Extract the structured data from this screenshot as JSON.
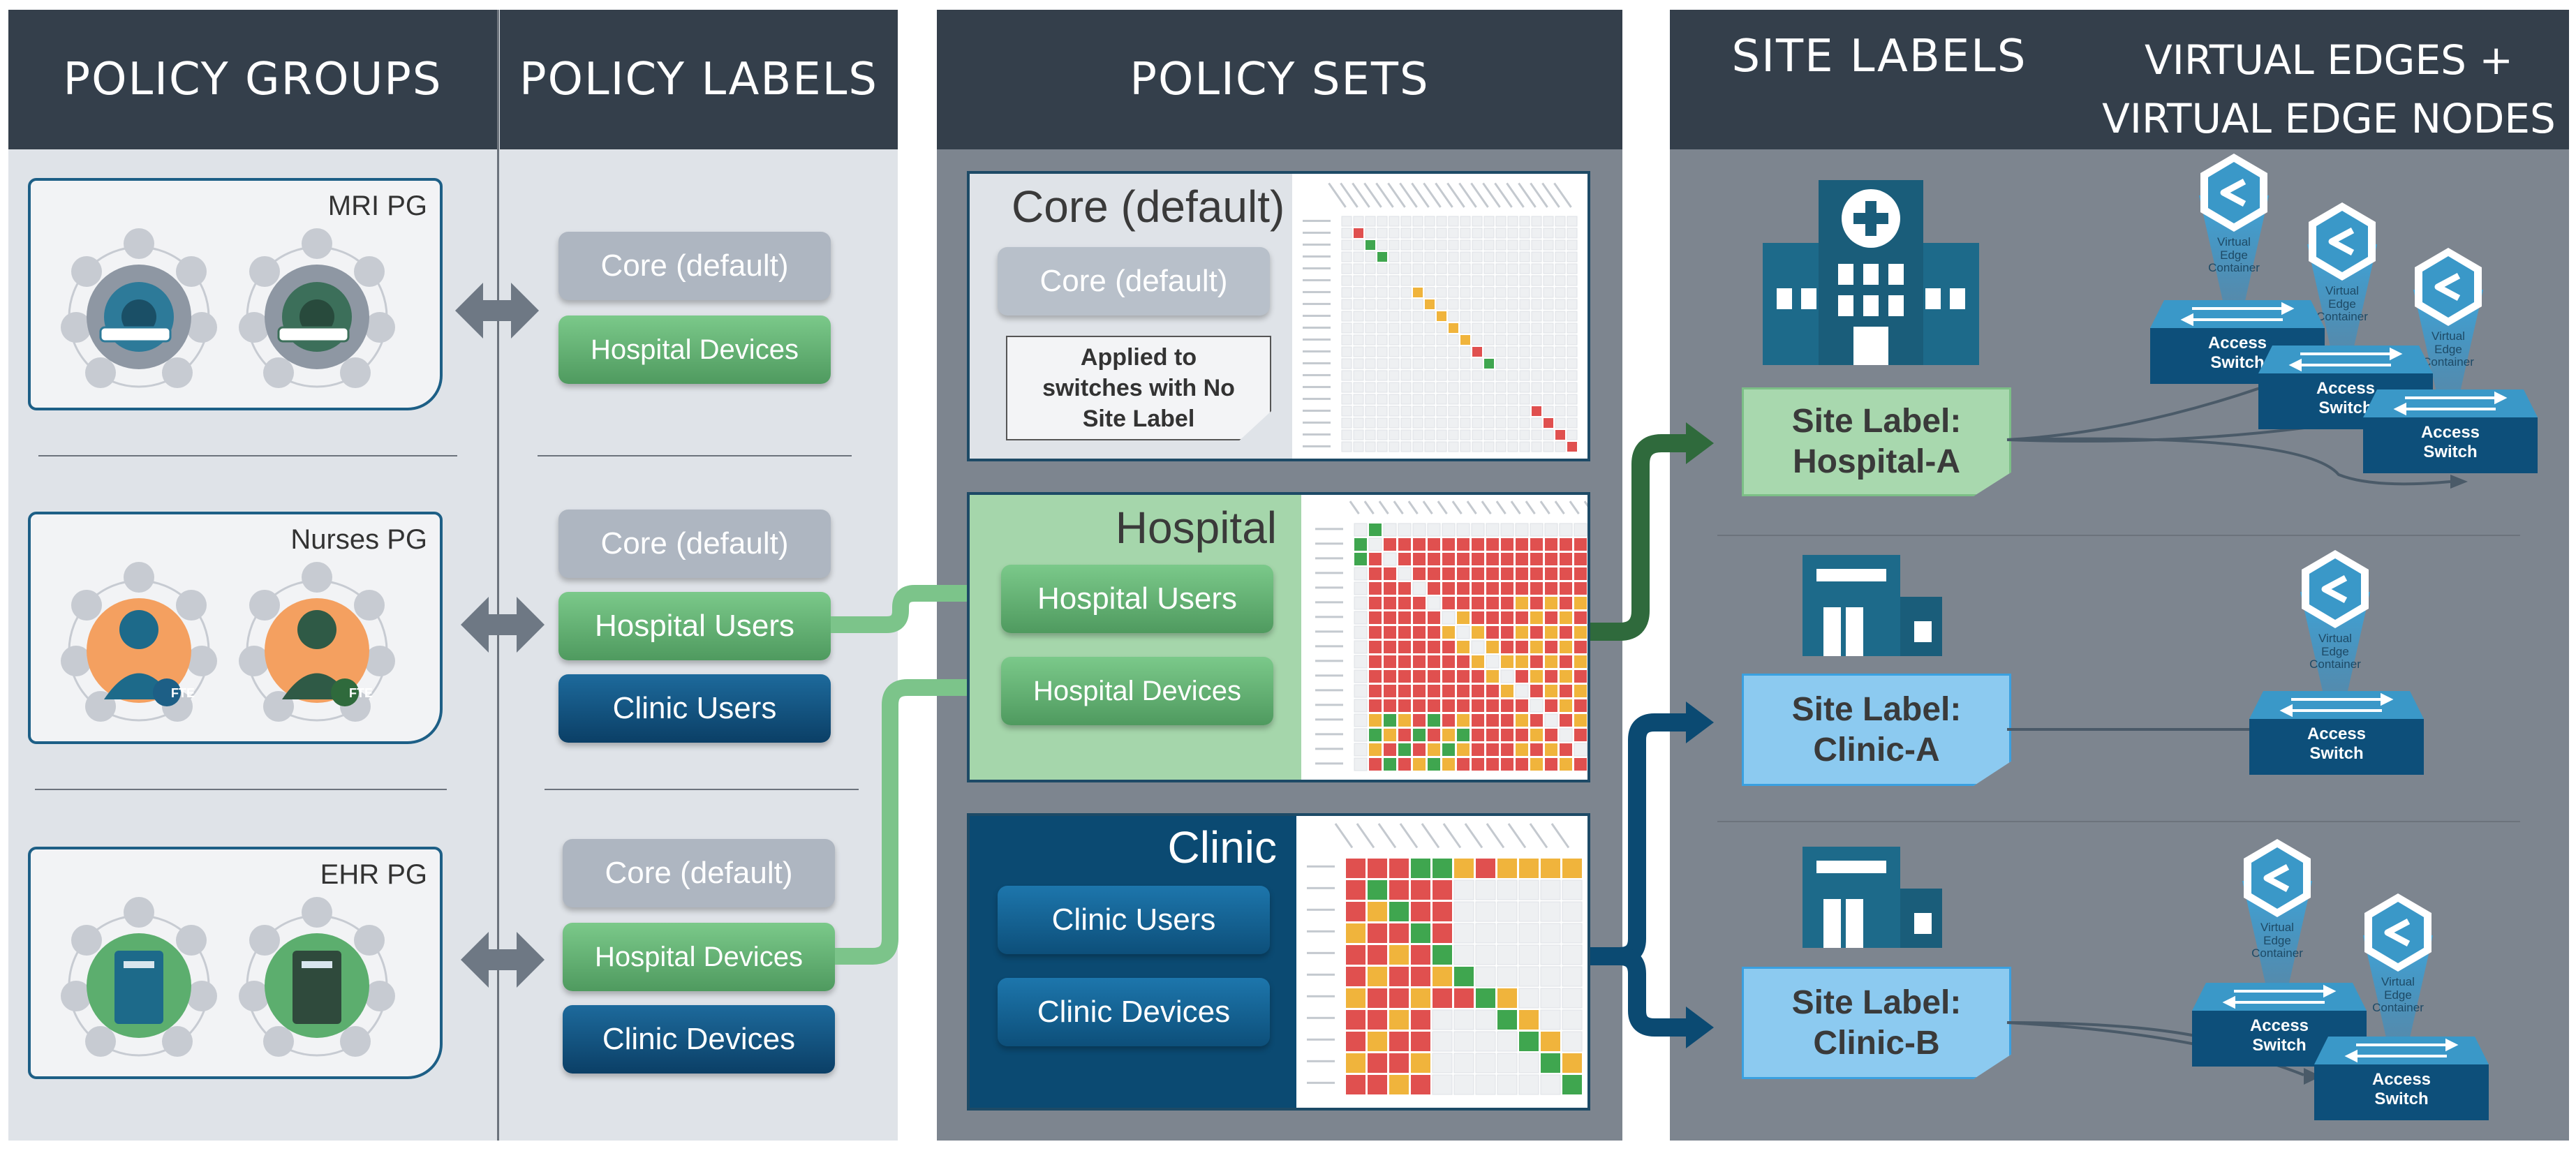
{
  "headers": {
    "policy_groups": "POLICY GROUPS",
    "policy_labels": "POLICY LABELS",
    "policy_sets": "POLICY SETS",
    "site_labels": "SITE LABELS",
    "virtual_edges_line1": "VIRTUAL EDGES +",
    "virtual_edges_line2": "VIRTUAL EDGE NODES"
  },
  "policy_groups": [
    {
      "name": "MRI PG",
      "icon": "mri-scanner-icon"
    },
    {
      "name": "Nurses PG",
      "icon": "nurse-icon",
      "badge": "FTE"
    },
    {
      "name": "EHR PG",
      "icon": "server-icon"
    }
  ],
  "policy_labels": {
    "row1": [
      "Core (default)",
      "Hospital Devices"
    ],
    "row2": [
      "Core (default)",
      "Hospital Users",
      "Clinic Users"
    ],
    "row3": [
      "Core (default)",
      "Hospital Devices",
      "Clinic Devices"
    ]
  },
  "policy_sets": {
    "core": {
      "title": "Core (default)",
      "label": "Core (default)",
      "note": "Applied to switches with No Site Label"
    },
    "hospital": {
      "title": "Hospital",
      "labels": [
        "Hospital Users",
        "Hospital Devices"
      ]
    },
    "clinic": {
      "title": "Clinic",
      "labels": [
        "Clinic Users",
        "Clinic Devices"
      ]
    }
  },
  "site_labels": [
    {
      "line1": "Site Label:",
      "line2": "Hospital-A"
    },
    {
      "line1": "Site Label:",
      "line2": "Clinic-A"
    },
    {
      "line1": "Site Label:",
      "line2": "Clinic-B"
    }
  ],
  "virtual_edge": {
    "container_text": [
      "Virtual",
      "Edge",
      "Container"
    ],
    "switch_text": [
      "Access",
      "Switch"
    ]
  },
  "colors": {
    "header": "#343f4b",
    "green": "#5fae6e",
    "dark_green": "#2f6a3c",
    "blue": "#0b4a72",
    "grey": "#aeb6c1"
  }
}
